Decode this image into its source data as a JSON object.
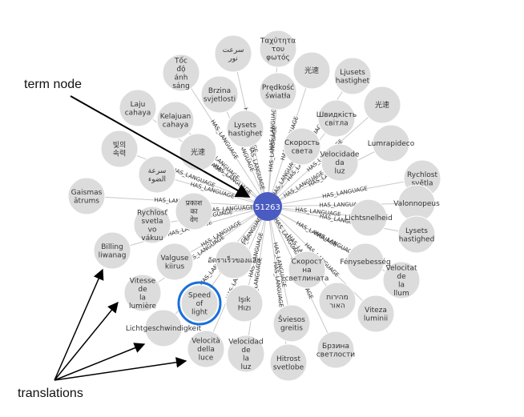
{
  "center": {
    "id": "51263",
    "color": "#4a5cc2"
  },
  "edge_label": "HAS_LANGUAGE",
  "node_color": "#dcdcdc",
  "highlight_color": "#1a6fd8",
  "callouts": {
    "term_node": "term node",
    "translations": "translations"
  },
  "nodes": [
    {
      "lines": [
        "سرعت",
        "نور"
      ]
    },
    {
      "lines": [
        "Ταχύτητα",
        "του",
        "φωτός"
      ]
    },
    {
      "lines": [
        "Tốc",
        "độ",
        "ánh",
        "sáng"
      ]
    },
    {
      "lines": [
        "光速"
      ]
    },
    {
      "lines": [
        "Ljusets",
        "hastighet"
      ]
    },
    {
      "lines": [
        "Brzina",
        "svjetlosti"
      ]
    },
    {
      "lines": [
        "Prędkość",
        "światła"
      ]
    },
    {
      "lines": [
        "Laju",
        "cahaya"
      ]
    },
    {
      "lines": [
        "Kelajuan",
        "cahaya"
      ]
    },
    {
      "lines": [
        "Швидкість",
        "світла"
      ]
    },
    {
      "lines": [
        "光速"
      ]
    },
    {
      "lines": [
        "Lysets",
        "hastighet"
      ]
    },
    {
      "lines": [
        "Скорость",
        "света"
      ]
    },
    {
      "lines": [
        "빛의",
        "속력"
      ]
    },
    {
      "lines": [
        "光速"
      ]
    },
    {
      "lines": [
        "Lumrapideco"
      ]
    },
    {
      "lines": [
        "Velocidade",
        "da",
        "luz"
      ]
    },
    {
      "lines": [
        "سرعة",
        "الضوء"
      ]
    },
    {
      "lines": [
        "Rychlost",
        "světla"
      ]
    },
    {
      "lines": [
        "Gaismas",
        "ātrums"
      ]
    },
    {
      "lines": [
        "प्रकाश",
        "का",
        "वेग"
      ]
    },
    {
      "lines": [
        "Valonnopeus"
      ]
    },
    {
      "lines": [
        "Rychlosť",
        "svetla",
        "vo",
        "vákuu"
      ]
    },
    {
      "lines": [
        "Lichtsnelheid"
      ]
    },
    {
      "lines": [
        "Lysets",
        "hastighed"
      ]
    },
    {
      "lines": [
        "Billing",
        "liwanag"
      ]
    },
    {
      "lines": [
        "Valguse",
        "kiirus"
      ]
    },
    {
      "lines": [
        "อัตราเร็วของแสง"
      ]
    },
    {
      "lines": [
        "Скорост",
        "на",
        "светлината"
      ]
    },
    {
      "lines": [
        "Fénysebesség"
      ]
    },
    {
      "lines": [
        "Velocitat",
        "de",
        "la",
        "llum"
      ]
    },
    {
      "lines": [
        "Vitesse",
        "de",
        "la",
        "lumière"
      ]
    },
    {
      "lines": [
        "Speed",
        "of",
        "light"
      ]
    },
    {
      "lines": [
        "Işık",
        "Hızı"
      ]
    },
    {
      "lines": [
        "מהירות",
        "האור"
      ]
    },
    {
      "lines": [
        "Viteza",
        "luminii"
      ]
    },
    {
      "lines": [
        "Šviesos",
        "greitis"
      ]
    },
    {
      "lines": [
        "Lichtgeschwindigkeit"
      ]
    },
    {
      "lines": [
        "Velocità",
        "della",
        "luce"
      ]
    },
    {
      "lines": [
        "Velocidad",
        "de",
        "la",
        "luz"
      ]
    },
    {
      "lines": [
        "Hitrost",
        "svetlobe"
      ]
    },
    {
      "lines": [
        "Брзина",
        "светлости"
      ]
    }
  ]
}
